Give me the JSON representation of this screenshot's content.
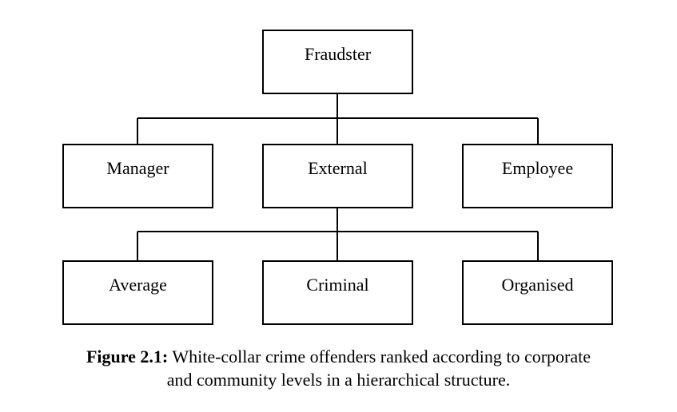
{
  "diagram": {
    "root": {
      "label": "Fraudster"
    },
    "level1": [
      {
        "label": "Manager"
      },
      {
        "label": "External"
      },
      {
        "label": "Employee"
      }
    ],
    "level2": [
      {
        "label": "Average"
      },
      {
        "label": "Criminal"
      },
      {
        "label": "Organised"
      }
    ]
  },
  "caption": {
    "label": "Figure 2.1",
    "separator": ":",
    "text_line1": " White-collar crime offenders ranked according to corporate",
    "text_line2": "and community levels in a hierarchical structure."
  }
}
